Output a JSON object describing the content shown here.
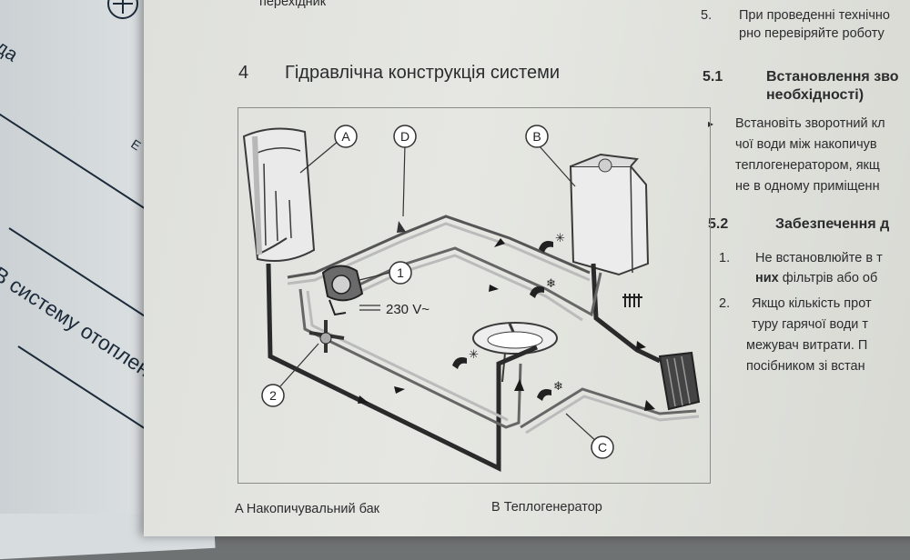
{
  "left_sheet": {
    "fragment_top": "вода",
    "fragment_bottom": "В систему отоплен",
    "letter": "Е"
  },
  "page": {
    "top_line": "перехідник",
    "section4": {
      "number": "4",
      "title": "Гідравлічна конструкція системи"
    },
    "right_top": {
      "number": "5.",
      "line1": "При проведенні технічно",
      "line2": "рно перевіряйте роботу"
    },
    "section51": {
      "number": "5.1",
      "title_line1": "Встановлення зво",
      "title_line2": "необхідності)"
    },
    "bullet": {
      "symbol": "▸",
      "lines": [
        "Встановіть зворотний кл",
        "чої води між накопичув",
        "теплогенератором, якщ",
        "не в одному приміщенн"
      ]
    },
    "section52": {
      "number": "5.2",
      "title": "Забезпечення д"
    },
    "item1": {
      "number": "1.",
      "line1": "Не встановлюйте в т",
      "line2_bold": "них",
      "line2_rest": " фільтрів або об"
    },
    "item2": {
      "number": "2.",
      "lines": [
        "Якщо кількість прот",
        "туру гарячої води т",
        "межувач витрати. П",
        "посібником зі встан"
      ]
    },
    "caption_a": "A   Накопичувальний бак",
    "caption_b": "B   Теплогенератор"
  },
  "diagram": {
    "labels": {
      "A": "A",
      "B": "B",
      "C": "C",
      "D": "D",
      "n1": "1",
      "n2": "2"
    },
    "voltage": "230 V~",
    "glyph_hot": "✳",
    "glyph_cold": "❄"
  }
}
